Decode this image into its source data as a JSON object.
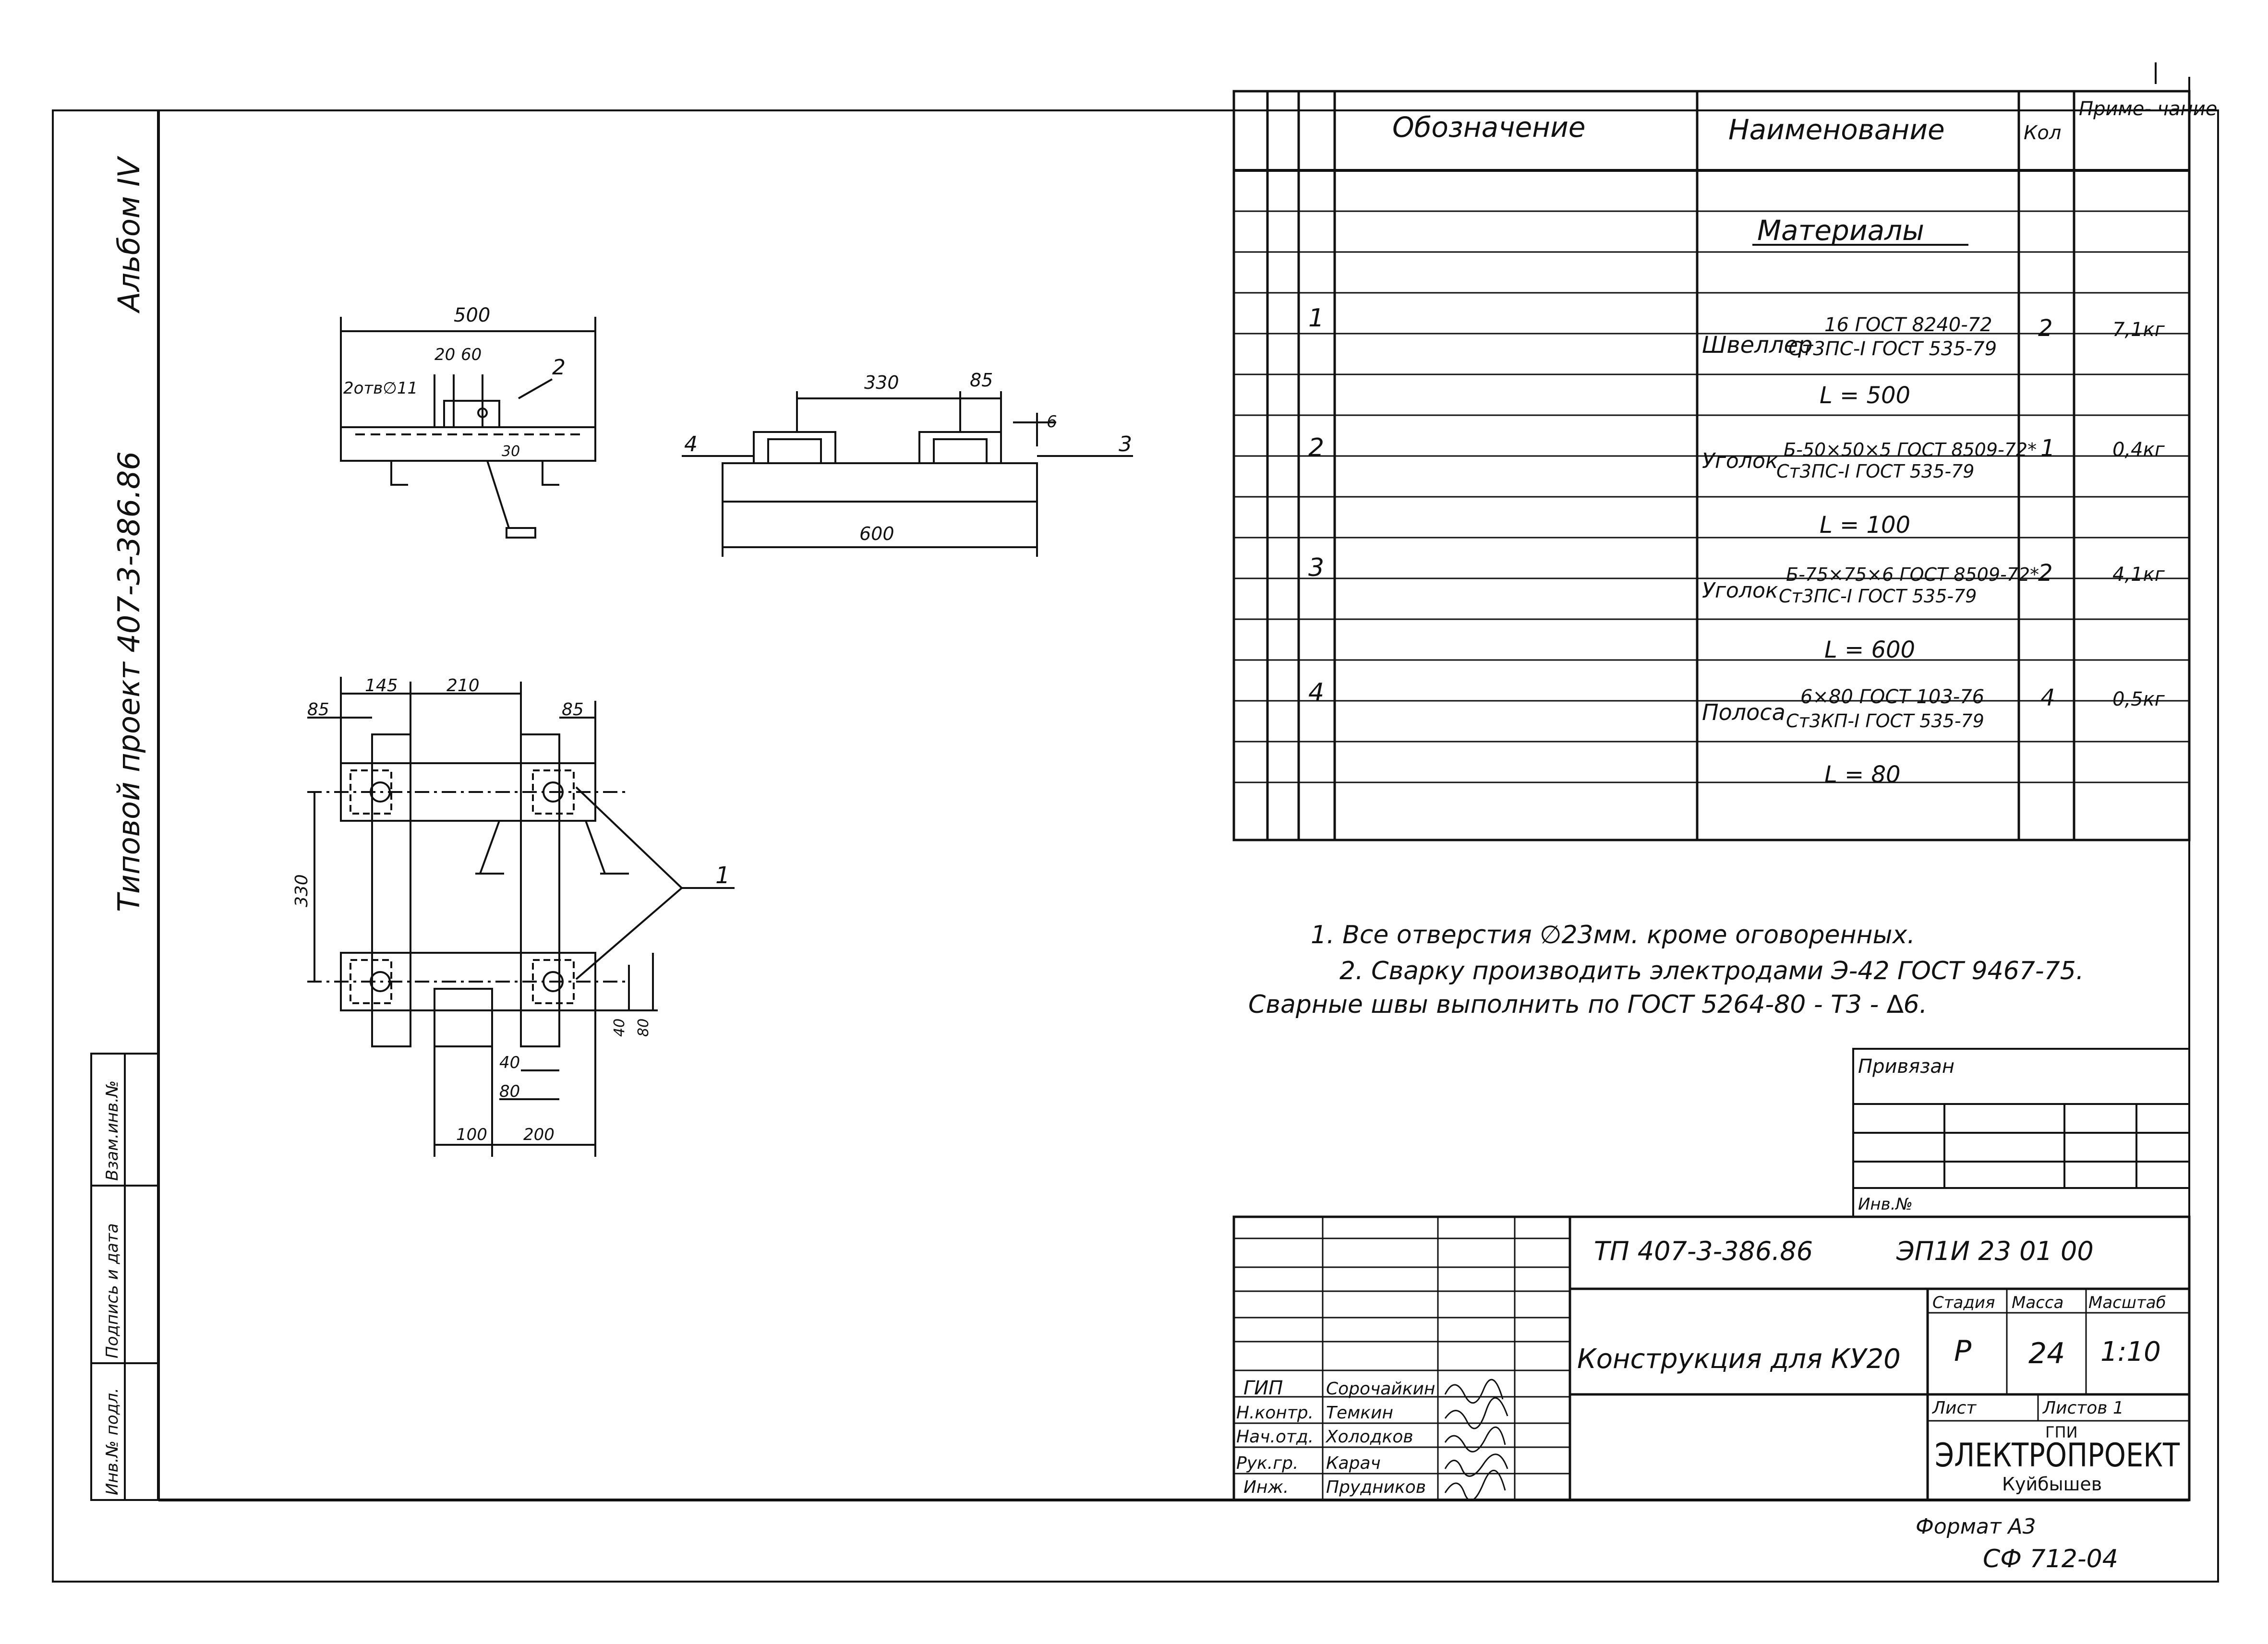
{
  "side_stamp": {
    "album": "Альбом IV",
    "project": "Типовой проект  407-3-386.86",
    "field_labels": [
      "Взам.инв.№",
      "Подпись и дата",
      "Инв.№ подл."
    ]
  },
  "spec_table": {
    "headers": {
      "designation": "Обозначение",
      "name": "Наименование",
      "qty": "Кол",
      "note": "Приме- чание"
    },
    "section_title": "Материалы",
    "rows": [
      {
        "pos": "1",
        "name": "Швеллер",
        "line1": "16 ГОСТ 8240-72",
        "line2": "Ст3ПС-I ГОСТ 535-79",
        "qty": "2",
        "note": "7,1кг",
        "length": "L = 500"
      },
      {
        "pos": "2",
        "name": "Уголок",
        "line1": "Б-50×50×5 ГОСТ 8509-72*",
        "line2": "Ст3ПС-I ГОСТ 535-79",
        "qty": "1",
        "note": "0,4кг",
        "length": "L = 100"
      },
      {
        "pos": "3",
        "name": "Уголок",
        "line1": "Б-75×75×6 ГОСТ 8509-72*",
        "line2": "Ст3ПС-I ГОСТ 535-79",
        "qty": "2",
        "note": "4,1кг",
        "length": "L = 600"
      },
      {
        "pos": "4",
        "name": "Полоса",
        "line1": "6×80 ГОСТ 103-76",
        "line2": "Ст3КП-I ГОСТ 535-79",
        "qty": "4",
        "note": "0,5кг",
        "length": "L = 80"
      }
    ]
  },
  "notes": [
    "1. Все отверстия ∅23мм. кроме оговоренных.",
    "2. Сварку производить электродами Э-42 ГОСТ 9467-75.",
    "Сварные швы выполнить по ГОСТ 5264-80 - Т3 - ∆6."
  ],
  "binding_box": {
    "title": "Привязан",
    "inv": "Инв.№"
  },
  "title_block": {
    "doc_number": "ТП 407-3-386.86",
    "sheet_code": "ЭП1И 23 01 00",
    "title": "Конструкция для КУ20",
    "headers": {
      "stage": "Стадия",
      "mass": "Масса",
      "scale": "Масштаб"
    },
    "values": {
      "stage": "Р",
      "mass": "24",
      "scale": "1:10"
    },
    "sheet_label": "Лист",
    "sheets_label": "Листов 1",
    "org_small": "ГПИ",
    "org_name": "ЭЛЕКТРОПРОЕКТ",
    "org_city": "Куйбышев",
    "signatures": [
      {
        "role": "ГИП",
        "name": "Сорочайкин"
      },
      {
        "role": "Н.контр.",
        "name": "Темкин"
      },
      {
        "role": "Нач.отд.",
        "name": "Холодков"
      },
      {
        "role": "Рук.гр.",
        "name": "Карач"
      },
      {
        "role": "Инж.",
        "name": "Прудников"
      }
    ]
  },
  "footer": {
    "format": "Формат А3",
    "code": "СФ 712-04"
  },
  "drawing": {
    "side_view": {
      "dim_total": "500",
      "dim_a": "20",
      "dim_b": "60",
      "hole_label": "2отв∅11",
      "leader": "2",
      "dim_v": "30"
    },
    "front_view": {
      "dim_a": "330",
      "dim_b": "85",
      "dim_len": "600",
      "dim_h": "6",
      "label_left": "4",
      "label_right": "3"
    },
    "plan_view": {
      "dim_145": "145",
      "dim_210": "210",
      "dim_85_left": "85",
      "dim_85_right": "85",
      "dim_330": "330",
      "dim_40": "40",
      "dim_80": "80",
      "dim_40b": "40",
      "dim_80b": "80",
      "dim_100": "100",
      "dim_200": "200",
      "leader": "1"
    }
  }
}
